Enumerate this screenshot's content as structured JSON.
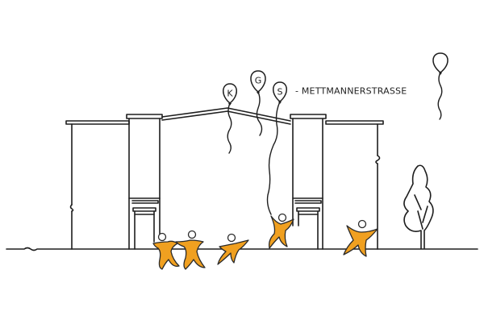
{
  "illustration": {
    "balloon_letters": [
      "K",
      "G",
      "S"
    ],
    "street_label": "- METTMANNERSTRASSE"
  },
  "colors": {
    "ink": "#1e1e1e",
    "figures": "#f0a020",
    "figure_outline": "#2a2a2a",
    "background": "#ffffff"
  }
}
